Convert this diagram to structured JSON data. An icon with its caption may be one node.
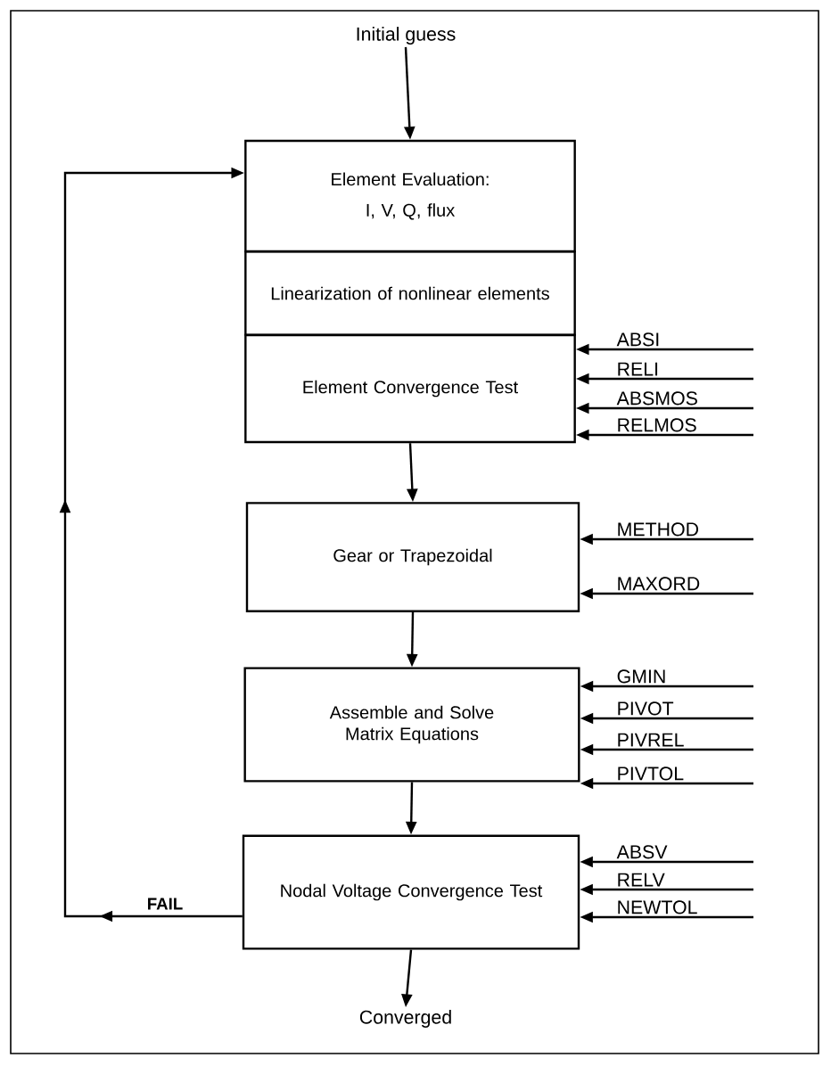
{
  "diagram": {
    "nodes": [
      {
        "text": [
          "Initial guess"
        ]
      },
      {
        "text": [
          "Element Evaluation:",
          "I, V, Q, flux"
        ]
      },
      {
        "text": [
          "Linearization of nonlinear elements"
        ]
      },
      {
        "text": [
          "Element Convergence Test"
        ]
      },
      {
        "text": [
          "Gear or Trapezoidal"
        ]
      },
      {
        "text": [
          "Assemble and Solve Matrix Equations"
        ]
      },
      {
        "text": [
          "Nodal Voltage Convergence Test"
        ]
      },
      {
        "text": [
          "Converged"
        ]
      }
    ],
    "edges": [
      {
        "from": 0,
        "to": 1,
        "arrow": "to"
      },
      {
        "from": null,
        "to": 3,
        "arrow": "to",
        "label": "ABSI"
      },
      {
        "from": null,
        "to": 3,
        "arrow": "to",
        "label": "RELI"
      },
      {
        "from": null,
        "to": 3,
        "arrow": "to",
        "label": "ABSMOS"
      },
      {
        "from": null,
        "to": 3,
        "arrow": "to",
        "label": "RELMOS"
      },
      {
        "from": 3,
        "to": 4,
        "arrow": "to"
      },
      {
        "from": null,
        "to": 4,
        "arrow": "to",
        "label": "METHOD"
      },
      {
        "from": null,
        "to": 4,
        "arrow": "to",
        "label": "MAXORD"
      },
      {
        "from": 4,
        "to": 5,
        "arrow": "to"
      },
      {
        "from": null,
        "to": 5,
        "arrow": "to",
        "label": "GMIN"
      },
      {
        "from": null,
        "to": 5,
        "arrow": "to",
        "label": "PIVOT"
      },
      {
        "from": null,
        "to": 5,
        "arrow": "to",
        "label": "PIVREL"
      },
      {
        "from": null,
        "to": 5,
        "arrow": "to",
        "label": "PIVTOL"
      },
      {
        "from": 5,
        "to": 6,
        "arrow": "to"
      },
      {
        "from": null,
        "to": 6,
        "arrow": "to",
        "label": "ABSV"
      },
      {
        "from": null,
        "to": 6,
        "arrow": "to",
        "label": "RELV"
      },
      {
        "from": null,
        "to": 6,
        "arrow": "to",
        "label": "NEWTOL"
      },
      {
        "from": 6,
        "to": 7,
        "arrow": "to"
      },
      {
        "from": 6,
        "to": 1,
        "arrow": "to",
        "label": "FAIL"
      }
    ]
  }
}
